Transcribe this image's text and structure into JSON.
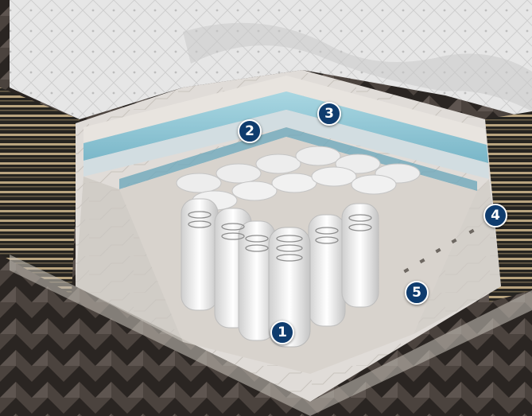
{
  "colors": {
    "marker_fill": "#0f3c6e",
    "marker_ring": "#ffffff",
    "comfort_foam": "#8fc8d6",
    "base_foam": "#d8d4cf",
    "border": "#c8b48c",
    "floor": "#3a3430"
  },
  "markers": [
    {
      "label": "1"
    },
    {
      "label": "2"
    },
    {
      "label": "3"
    },
    {
      "label": "4"
    },
    {
      "label": "5"
    }
  ]
}
